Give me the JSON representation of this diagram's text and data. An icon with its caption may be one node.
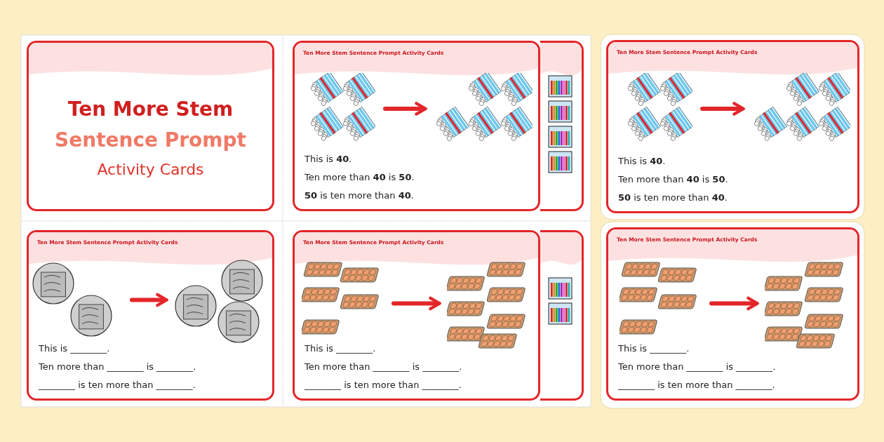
{
  "diagram": {
    "nodes": [
      {
        "text": [
          "Ten More Stem",
          "Sentence Prompt",
          "Activity Cards"
        ]
      },
      {
        "text": [
          "Ten More Stem Sentence Prompt Activity Cards",
          "This is **40**.",
          "Ten more than **40** is **50**.",
          "**50** is ten more than **40**."
        ]
      },
      {
        "text": [],
        "shape": "picture",
        "in": 1
      },
      {
        "text": [],
        "shape": "picture",
        "in": 1
      },
      {
        "text": [],
        "shape": "box"
      },
      {
        "text": [
          "Ten More Stem Sentence Prompt Activity Cards",
          "This is **40**.",
          "Ten more than **40** is **50**.",
          "**50** is ten more than **40**."
        ]
      },
      {
        "text": [],
        "shape": "picture",
        "in": 5
      },
      {
        "text": [],
        "shape": "picture",
        "in": 5
      },
      {
        "text": [
          "Ten More Stem Sentence Prompt Activity Cards",
          "This is ________.",
          "Ten more than ________ is ________.",
          "________ is ten more than ________."
        ]
      },
      {
        "text": [],
        "shape": "picture",
        "in": 8
      },
      {
        "text": [],
        "shape": "picture",
        "in": 8
      },
      {
        "text": [
          "Ten More Stem Sentence Prompt Activity Cards",
          "This is ________.",
          "Ten more than ________ is ________.",
          "________ is ten more than ________."
        ]
      },
      {
        "text": [],
        "shape": "picture",
        "in": 11
      },
      {
        "text": [],
        "shape": "picture",
        "in": 11
      },
      {
        "text": [],
        "shape": "box"
      },
      {
        "text": [
          "Ten More Stem Sentence Prompt Activity Cards",
          "This is ________.",
          "Ten more than ________ is ________.",
          "________ is ten more than ________."
        ]
      },
      {
        "text": [],
        "shape": "picture",
        "in": 15
      },
      {
        "text": [],
        "shape": "picture",
        "in": 15
      }
    ],
    "edges": [
      {
        "from": 2,
        "to": 3,
        "arrow": "to"
      },
      {
        "from": 6,
        "to": 7,
        "arrow": "to"
      },
      {
        "from": 9,
        "to": 10,
        "arrow": "to"
      },
      {
        "from": 12,
        "to": 13,
        "arrow": "to"
      },
      {
        "from": 16,
        "to": 17,
        "arrow": "to"
      }
    ]
  }
}
